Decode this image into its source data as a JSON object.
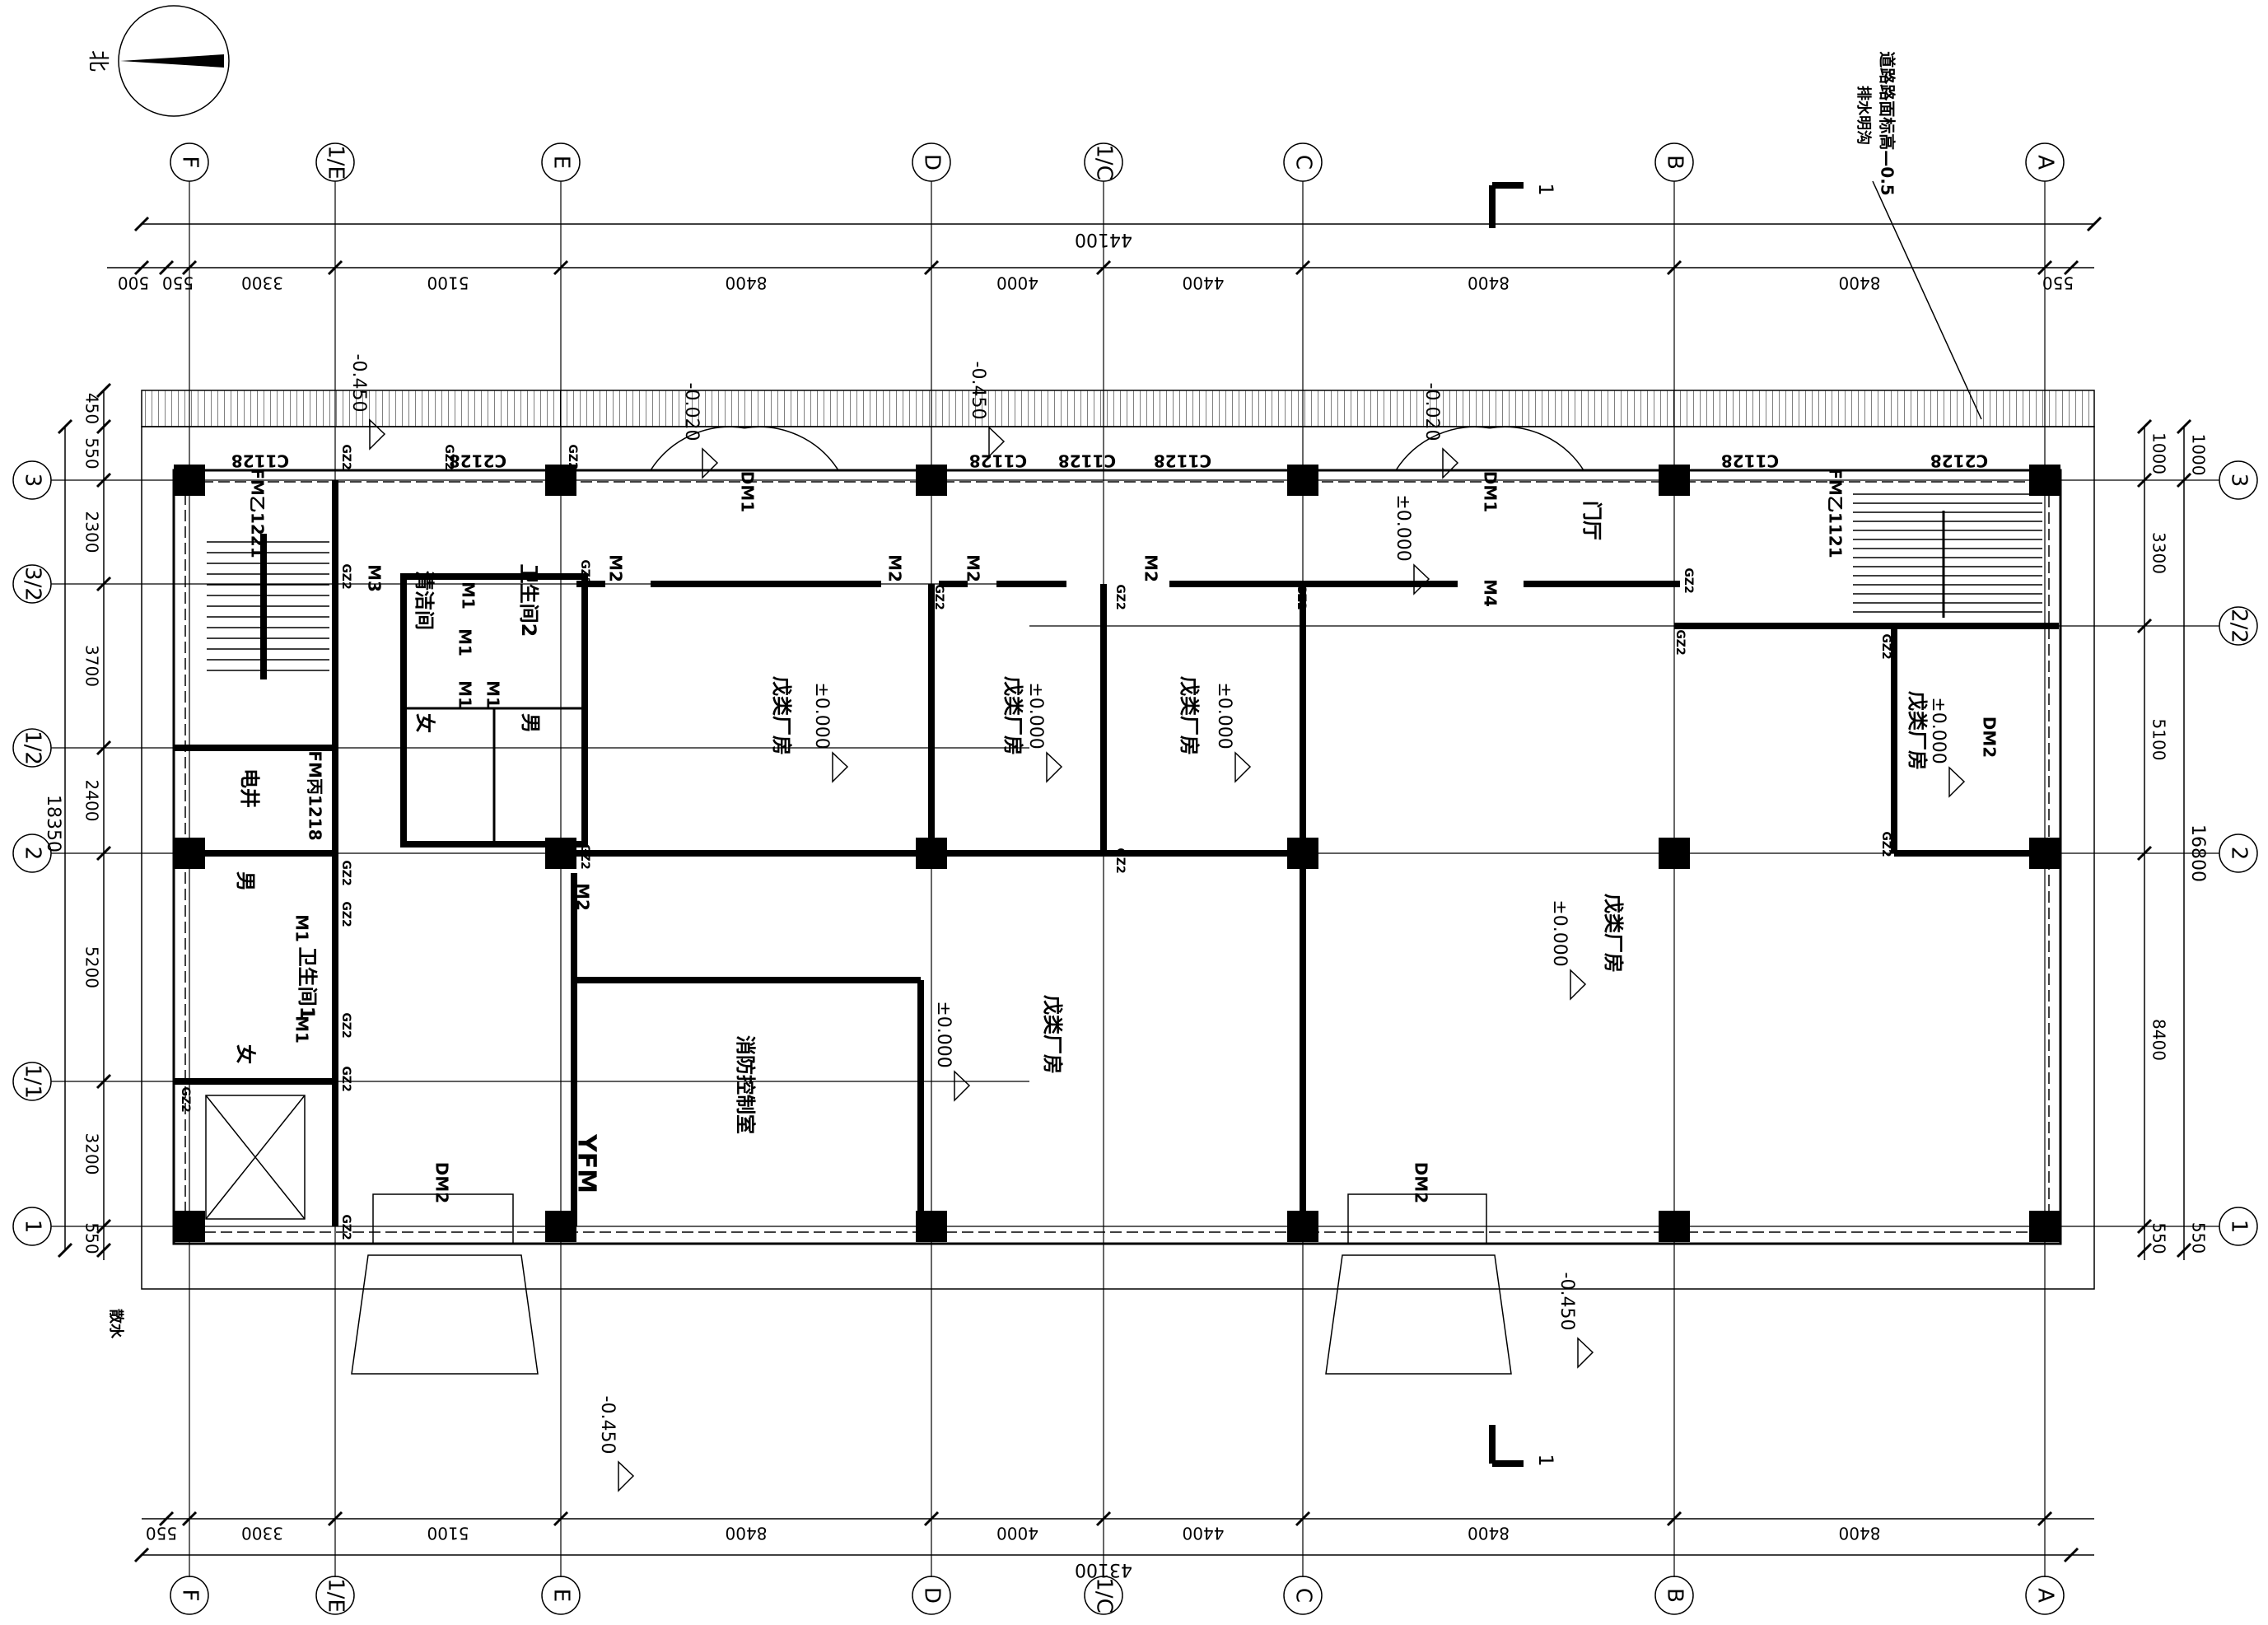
{
  "north": {
    "label": "北"
  },
  "annotation": {
    "line1": "排水明沟",
    "line2": "道路路面标高—0.5"
  },
  "axes": {
    "columns": [
      "F",
      "1/E",
      "E",
      "D",
      "1/C",
      "C",
      "B",
      "A"
    ],
    "rows_left": [
      "3",
      "3/2",
      "1/2",
      "2",
      "1/1",
      "1"
    ],
    "rows_right": [
      "3",
      "2/2",
      "2",
      "1"
    ]
  },
  "dims": {
    "top_total": "44100",
    "top": [
      "500",
      "550",
      "3300",
      "5100",
      "8400",
      "4000",
      "4400",
      "8400",
      "8400",
      "550"
    ],
    "bottom_total": "43100",
    "bottom": [
      "550",
      "3300",
      "5100",
      "8400",
      "4000",
      "4400",
      "8400",
      "8400"
    ],
    "left_total": "18350",
    "left": [
      "450",
      "550",
      "2300",
      "3700",
      "2400",
      "5200",
      "3200",
      "550"
    ],
    "right_total": "16800",
    "right": [
      "1000",
      "3300",
      "5100",
      "8400",
      "550"
    ],
    "right_outer": [
      "1000",
      "550"
    ]
  },
  "section": {
    "top": "1",
    "bottom": "1"
  },
  "rooms": [
    {
      "label": "戊类厂房"
    },
    {
      "label": "戊类厂房"
    },
    {
      "label": "戊类厂房"
    },
    {
      "label": "戊类厂房"
    },
    {
      "label": "戊类厂房"
    },
    {
      "label": "戊类厂房"
    },
    {
      "label": "门厅"
    },
    {
      "label": "消防控制室"
    },
    {
      "label": "电井"
    },
    {
      "label": "卫生间2"
    },
    {
      "label": "清洁间"
    },
    {
      "label": "卫生间1"
    },
    {
      "label": "男"
    },
    {
      "label": "女"
    },
    {
      "label": "男"
    },
    {
      "label": "女"
    }
  ],
  "elevations": [
    "±0.000",
    "±0.000",
    "±0.000",
    "±0.000",
    "±0.000",
    "±0.000",
    "±0.000",
    "-0.450",
    "-0.450",
    "-0.450",
    "-0.450",
    "-0.020",
    "-0.020"
  ],
  "doors": [
    "DM1",
    "DM1",
    "DM2",
    "DM2",
    "DM2",
    "M2",
    "M2",
    "M2",
    "M2",
    "M2",
    "M3",
    "M4",
    "YFM",
    "FM乙1221",
    "FM丙1218",
    "FM乙1121",
    "M1",
    "M1",
    "M1",
    "M1",
    "M1",
    "M1"
  ],
  "windows": [
    "C1128",
    "C2128",
    "C1128",
    "C1128",
    "C1128",
    "C1128",
    "C2128"
  ],
  "column_tag": "GZ2",
  "misc": {
    "apron": "散水"
  }
}
